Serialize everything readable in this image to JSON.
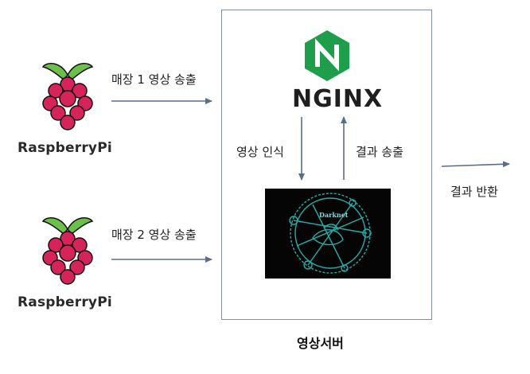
{
  "clients": [
    {
      "label": "RaspberryPi",
      "send_label": "매장 1 영상 송출"
    },
    {
      "label": "RaspberryPi",
      "send_label": "매장 2 영상 송출"
    }
  ],
  "server": {
    "title": "영상서버",
    "nginx_label": "NGINX",
    "recognize_label": "영상 인식",
    "result_send_label": "결과 송출",
    "darknet_label": "Darknet"
  },
  "output": {
    "label": "결과 반환"
  },
  "colors": {
    "arrow": "#5a6e86",
    "server_border": "#7f8ea3",
    "nginx_green": "#1e9e4a",
    "rpi_red": "#d6245b",
    "rpi_leaf": "#6cc04a",
    "darknet_teal": "#2bb5b0"
  }
}
